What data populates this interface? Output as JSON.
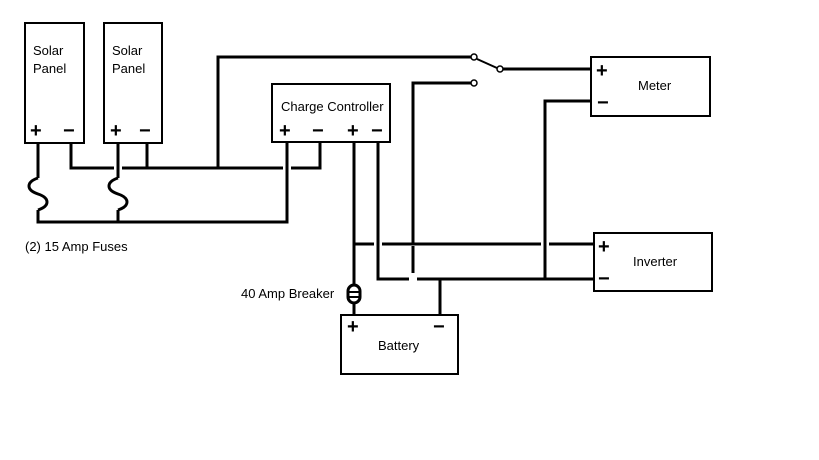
{
  "components": {
    "solar_panel_1": {
      "line1": "Solar",
      "line2": "Panel",
      "plus": "+",
      "minus": "−"
    },
    "solar_panel_2": {
      "line1": "Solar",
      "line2": "Panel",
      "plus": "+",
      "minus": "−"
    },
    "charge_controller": {
      "label": "Charge Controller",
      "plus_in": "+",
      "minus_in": "−",
      "plus_out": "+",
      "minus_out": "−"
    },
    "meter": {
      "label": "Meter",
      "plus": "+",
      "minus": "−"
    },
    "inverter": {
      "label": "Inverter",
      "plus": "+",
      "minus": "−"
    },
    "battery": {
      "label": "Battery",
      "plus": "+",
      "minus": "−"
    }
  },
  "annotations": {
    "fuses": "(2) 15 Amp Fuses",
    "breaker": "40 Amp Breaker"
  },
  "icons": {
    "fuse": "fuse-icon",
    "breaker": "breaker-icon",
    "switch": "switch-icon"
  }
}
